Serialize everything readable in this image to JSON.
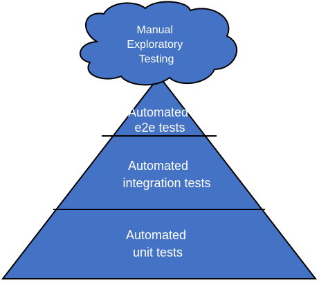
{
  "colors": {
    "fill": "#4472c4",
    "stroke": "#000000",
    "text": "#ffffff"
  },
  "cloud": {
    "lines": [
      "Manual",
      "Exploratory",
      "Testing"
    ]
  },
  "tiers": [
    {
      "lines": [
        "Automated",
        "e2e tests"
      ]
    },
    {
      "lines": [
        "Automated",
        "integration tests"
      ]
    },
    {
      "lines": [
        "Automated",
        "unit tests"
      ]
    }
  ]
}
